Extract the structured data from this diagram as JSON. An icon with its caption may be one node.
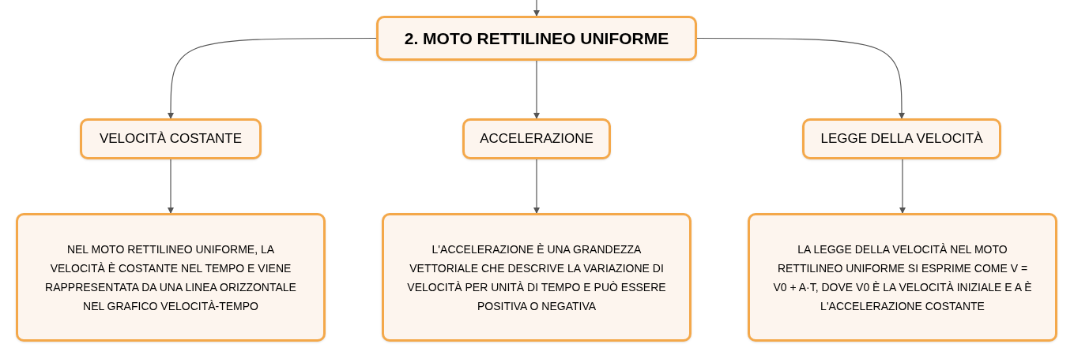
{
  "diagram": {
    "nodes": [
      {
        "text": [
          "2. MOTO RETTILINEO UNIFORME"
        ]
      },
      {
        "text": [
          "VELOCITÀ COSTANTE"
        ]
      },
      {
        "text": [
          "ACCELERAZIONE"
        ]
      },
      {
        "text": [
          "LEGGE DELLA VELOCITÀ"
        ]
      },
      {
        "text": [
          "NEL MOTO RETTILINEO UNIFORME, LA VELOCITÀ È COSTANTE NEL TEMPO E VIENE RAPPRESENTATA DA UNA LINEA ORIZZONTALE NEL GRAFICO VELOCITÀ-TEMPO"
        ]
      },
      {
        "text": [
          "L'ACCELERAZIONE È UNA GRANDEZZA VETTORIALE CHE DESCRIVE LA VARIAZIONE DI VELOCITÀ PER UNITÀ DI TEMPO E PUÒ ESSERE POSITIVA O NEGATIVA"
        ]
      },
      {
        "text": [
          "LA LEGGE DELLA VELOCITÀ NEL MOTO RETTILINEO UNIFORME SI ESPRIME COME V = V0 + A·T, DOVE V0 È LA VELOCITÀ INIZIALE E A È L'ACCELERAZIONE COSTANTE"
        ]
      }
    ],
    "edges": [
      {
        "from": null,
        "to": 0,
        "arrow": "to"
      },
      {
        "from": 0,
        "to": 1,
        "arrow": "to"
      },
      {
        "from": 0,
        "to": 2,
        "arrow": "to"
      },
      {
        "from": 0,
        "to": 3,
        "arrow": "to"
      },
      {
        "from": 1,
        "to": 4,
        "arrow": "to"
      },
      {
        "from": 2,
        "to": 5,
        "arrow": "to"
      },
      {
        "from": 3,
        "to": 6,
        "arrow": "to"
      }
    ]
  }
}
